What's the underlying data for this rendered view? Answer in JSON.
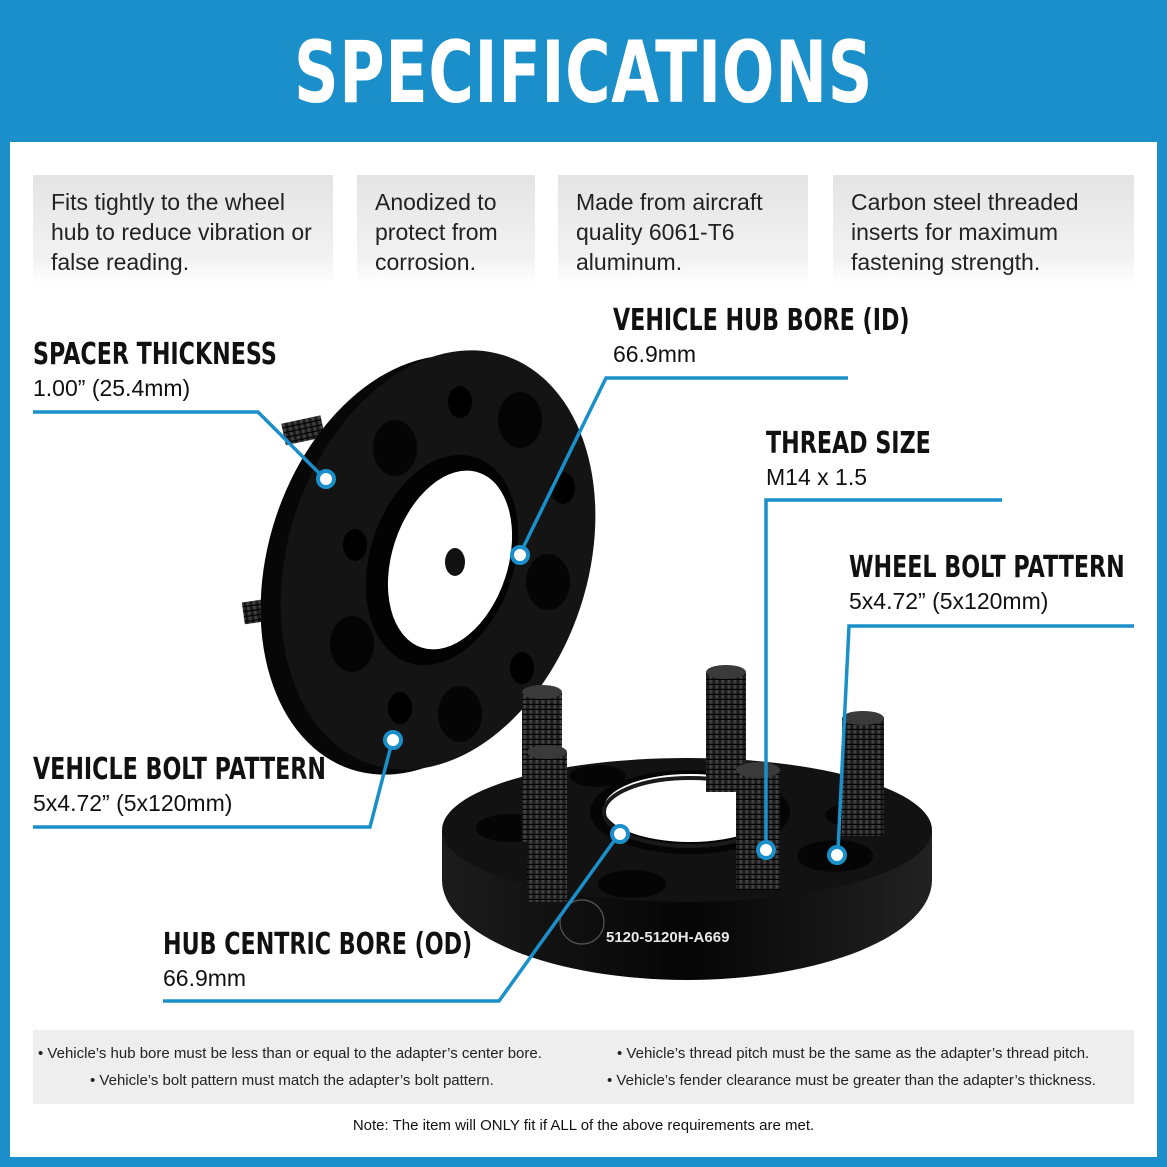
{
  "header": {
    "title": "SPECIFICATIONS"
  },
  "features": [
    {
      "text": "Fits tightly to the wheel hub to reduce vibration or false reading."
    },
    {
      "text": "Anodized to protect from corrosion."
    },
    {
      "text": "Made from aircraft quality 6061-T6 aluminum."
    },
    {
      "text": "Carbon steel threaded inserts for maximum fastening strength."
    }
  ],
  "callouts": {
    "spacer_thickness": {
      "title": "SPACER THICKNESS",
      "value": "1.00” (25.4mm)"
    },
    "vehicle_hub_bore": {
      "title": "VEHICLE HUB BORE (ID)",
      "value": "66.9mm"
    },
    "thread_size": {
      "title": "THREAD SIZE",
      "value": "M14 x 1.5"
    },
    "wheel_bolt_pattern": {
      "title": "WHEEL BOLT PATTERN",
      "value": "5x4.72” (5x120mm)"
    },
    "vehicle_bolt_pattern": {
      "title": "VEHICLE BOLT PATTERN",
      "value": "5x4.72” (5x120mm)"
    },
    "hub_centric_bore": {
      "title": "HUB CENTRIC BORE (OD)",
      "value": "66.9mm"
    }
  },
  "part_number": "5120-5120H-A669",
  "requirements": [
    "•  Vehicle’s hub bore must be less than or equal to the adapter’s center bore.",
    "•  Vehicle’s thread pitch must be the same as the adapter’s thread pitch.",
    "•  Vehicle’s bolt pattern must match the adapter’s bolt pattern.",
    "•  Vehicle’s fender clearance must be greater than the adapter’s thickness."
  ],
  "note": "Note: The item will ONLY fit if ALL of the above requirements are met.",
  "colors": {
    "accent": "#1a8fc9",
    "product": "#0d0d0d",
    "panel": "#eeeeee"
  }
}
